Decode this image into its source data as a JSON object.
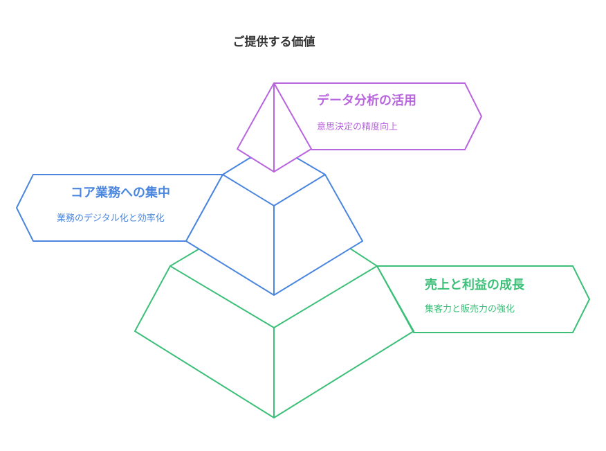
{
  "title": "ご提供する価値",
  "colors": {
    "purple": "#b865de",
    "blue": "#4a86de",
    "green": "#3cbf78"
  },
  "levels": [
    {
      "title": "データ分析の活用",
      "description": "意思決定の精度向上",
      "color": "#b865de"
    },
    {
      "title": "コア業務への集中",
      "description": "業務のデジタル化と効率化",
      "color": "#4a86de"
    },
    {
      "title": "売上と利益の成長",
      "description": "集客力と販売力の強化",
      "color": "#3cbf78"
    }
  ]
}
